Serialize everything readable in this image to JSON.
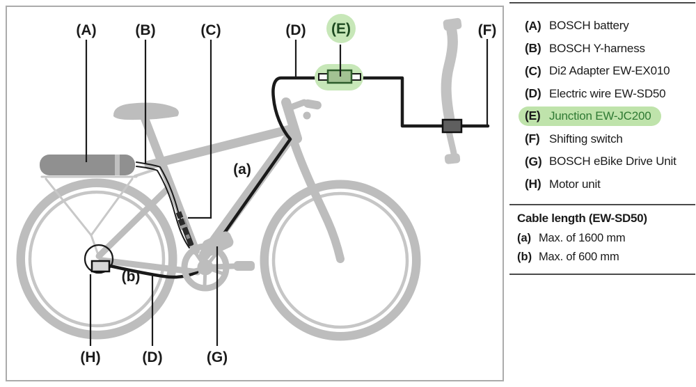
{
  "diagram": {
    "labels": {
      "A": "(A)",
      "B": "(B)",
      "C": "(C)",
      "D": "(D)",
      "E": "(E)",
      "F": "(F)",
      "G": "(G)",
      "H": "(H)",
      "a": "(a)",
      "b": "(b)"
    }
  },
  "legend": {
    "items": [
      {
        "key": "(A)",
        "label": "BOSCH battery"
      },
      {
        "key": "(B)",
        "label": "BOSCH Y-harness"
      },
      {
        "key": "(C)",
        "label": "Di2 Adapter EW-EX010"
      },
      {
        "key": "(D)",
        "label": "Electric wire EW-SD50"
      },
      {
        "key": "(E)",
        "label": "Junction EW-JC200"
      },
      {
        "key": "(F)",
        "label": "Shifting switch"
      },
      {
        "key": "(G)",
        "label": "BOSCH eBike Drive Unit"
      },
      {
        "key": "(H)",
        "label": "Motor unit"
      }
    ],
    "highlighted_item": "(E) Junction EW-JC200"
  },
  "cable_length": {
    "title": "Cable length (EW-SD50)",
    "rows": [
      {
        "key": "(a)",
        "text": "Max. of 1600 mm"
      },
      {
        "key": "(b)",
        "text": "Max. of 600 mm"
      }
    ]
  },
  "colors": {
    "highlight_green": "#bfe3ab",
    "junction_blob_green": "#c7e7b8",
    "junction_fill_green": "#a3c293",
    "junction_border_green": "#2d5c2b",
    "highlight_text_green": "#2f7a33",
    "bike_gray": "#bdbdbd",
    "battery_gray": "#909090",
    "cable_black": "#1a1a1a",
    "rule_gray": "#4a4a4a"
  }
}
